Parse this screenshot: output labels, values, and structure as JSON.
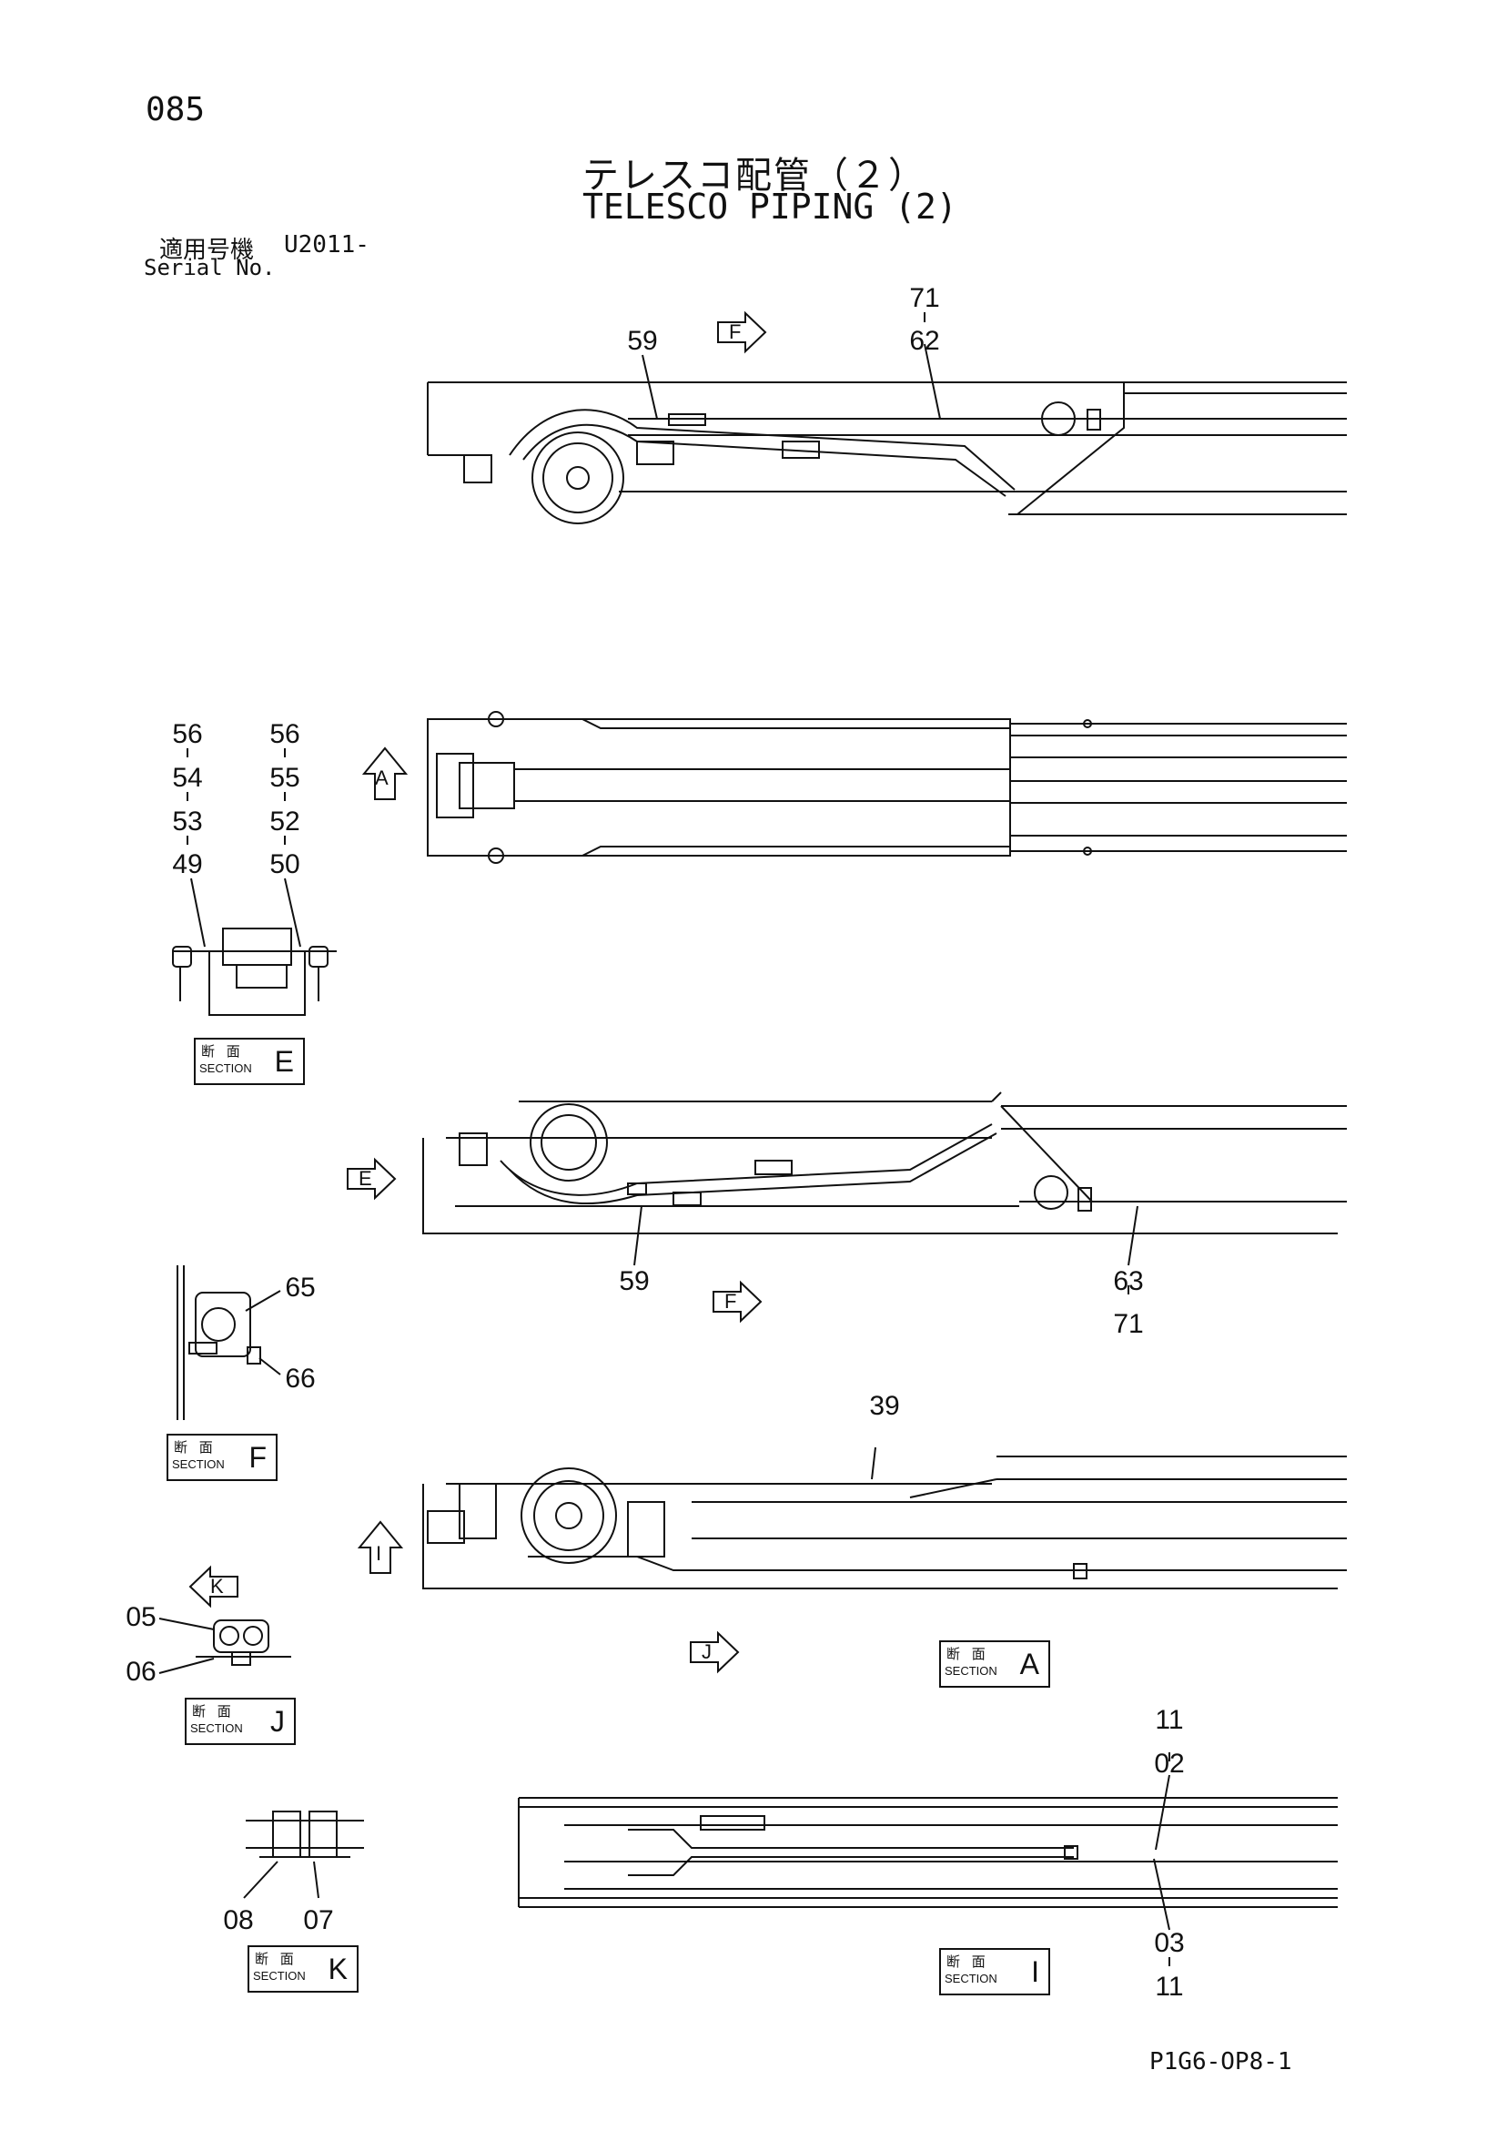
{
  "header": {
    "page_number": "085",
    "title_jp": "テレスコ配管（２）",
    "title_en": "TELESCO PIPING (2)",
    "serial_label_jp": "適用号機",
    "serial_value": "U2011-",
    "serial_label_en": "Serial No."
  },
  "footer": {
    "doc_code": "P1G6-OP8-1"
  },
  "section_label": {
    "jp": "断 面",
    "en": "SECTION"
  },
  "sections": {
    "E": "E",
    "F": "F",
    "J": "J",
    "K": "K",
    "A": "A",
    "I": "I"
  },
  "view_arrows": {
    "F_top": "F",
    "A": "A",
    "E": "E",
    "F_mid": "F",
    "I": "I",
    "K": "K",
    "J": "J"
  },
  "part_numbers": {
    "top_71": "71",
    "top_62": "62",
    "top_59": "59",
    "e_56a": "56",
    "e_54": "54",
    "e_53": "53",
    "e_49": "49",
    "e_56b": "56",
    "e_55": "55",
    "e_52": "52",
    "e_50": "50",
    "mid_59": "59",
    "mid_63": "63",
    "mid_71": "71",
    "f_65": "65",
    "f_66": "66",
    "i_39": "39",
    "j_05": "05",
    "j_06": "06",
    "k_08": "08",
    "k_07": "07",
    "bot_11a": "11",
    "bot_02": "02",
    "bot_03": "03",
    "bot_11b": "11"
  }
}
